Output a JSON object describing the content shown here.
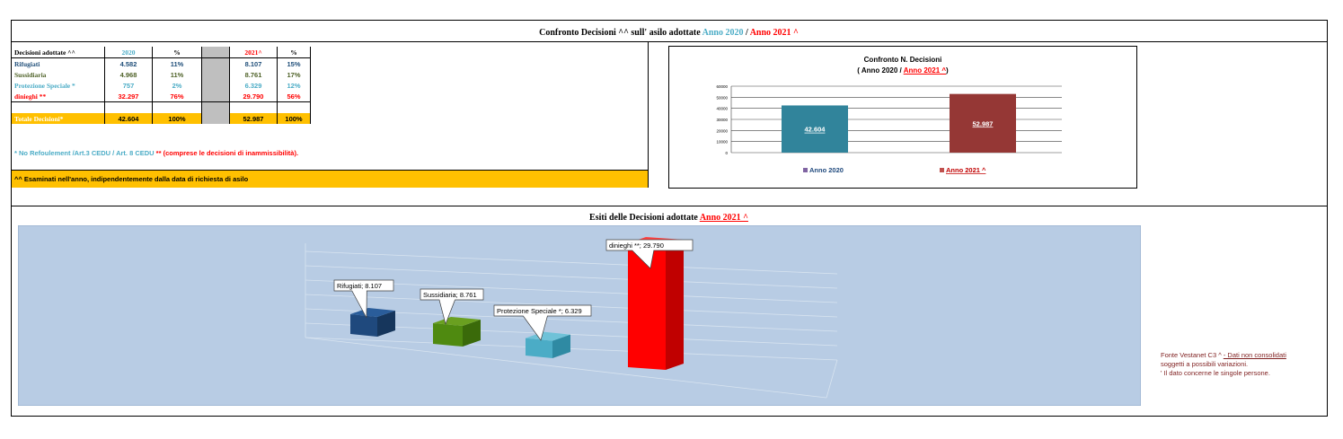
{
  "top_title": {
    "prefix": "Confronto Decisioni ^^ sull' asilo adottate",
    "year1": "Anno 2020",
    "sep": "/",
    "year2": "Anno 2021 ^"
  },
  "table": {
    "header": {
      "label": "Decisioni adottate ^^",
      "y1": "2020",
      "pct1": "%",
      "y2": "2021^",
      "pct2": "%"
    },
    "rows": [
      {
        "label": "Rifugiati",
        "v1": "4.582",
        "p1": "11%",
        "v2": "8.107",
        "p2": "15%",
        "color": "#1f4e79"
      },
      {
        "label": "Sussidiaria",
        "v1": "4.968",
        "p1": "11%",
        "v2": "8.761",
        "p2": "17%",
        "color": "#4f6228"
      },
      {
        "label": "Protezione Speciale *",
        "v1": "757",
        "p1": "2%",
        "v2": "6.329",
        "p2": "12%",
        "color": "#4bacc6"
      },
      {
        "label": "dinieghi **",
        "v1": "32.297",
        "p1": "76%",
        "v2": "29.790",
        "p2": "56%",
        "color": "#ff0000"
      }
    ],
    "total": {
      "label": "Totale Decisioni*",
      "v1": "42.604",
      "p1": "100%",
      "v2": "52.987",
      "p2": "100%"
    }
  },
  "notes": {
    "star_part1": "* No Refoulement /Art.3 CEDU / Art. 8 CEDU",
    "star_part2": "** (comprese le decisioni di inammissibilità).",
    "caret_note": "^^ Esaminati nell'anno, indipendentemente dalla data di richiesta di asilo"
  },
  "bottom_title": {
    "prefix": "Esiti delle Decisioni adottate",
    "year": "Anno 2021 ^"
  },
  "source": {
    "line1a": "Fonte Vestanet C3 ^",
    "line1b": "- Dati non consolidati",
    "line2": "soggetti a possibili variazioni.",
    "line3": "' Il dato concerne le singole persone."
  },
  "colors": {
    "y2020": "#31849b",
    "y2021": "#953735",
    "rifugiati": "#1f497d",
    "sussidiaria": "#4f8a10",
    "protezione": "#4bacc6",
    "dinieghi": "#ff0000",
    "plot_bg": "#b8cce4"
  },
  "chart_data": [
    {
      "type": "bar",
      "title": "Confronto N. Decisioni",
      "subtitle_prefix": "( Anno 2020 / ",
      "subtitle_year": "Anno 2021 ^",
      "subtitle_suffix": ")",
      "categories": [
        "Anno 2020",
        "Anno 2021 ^"
      ],
      "values": [
        42604,
        52987
      ],
      "data_labels": [
        "42.604",
        "52.987"
      ],
      "ylim": [
        0,
        60000
      ],
      "yticks": [
        "0",
        "10000",
        "20000",
        "30000",
        "40000",
        "50000",
        "60000"
      ],
      "grid": true,
      "legend": "bottom"
    },
    {
      "type": "bar",
      "title": "Esiti delle Decisioni adottate Anno 2021 ^",
      "categories": [
        "Rifugiati",
        "Sussidiaria",
        "Protezione Speciale *",
        "dinieghi **"
      ],
      "values": [
        8107,
        8761,
        6329,
        29790
      ],
      "data_labels": [
        "Rifugiati; 8.107",
        "Sussidiaria; 8.761",
        "Protezione Speciale *; 6.329",
        "dinieghi **; 29.790"
      ],
      "grid": true,
      "legend": "none"
    }
  ]
}
